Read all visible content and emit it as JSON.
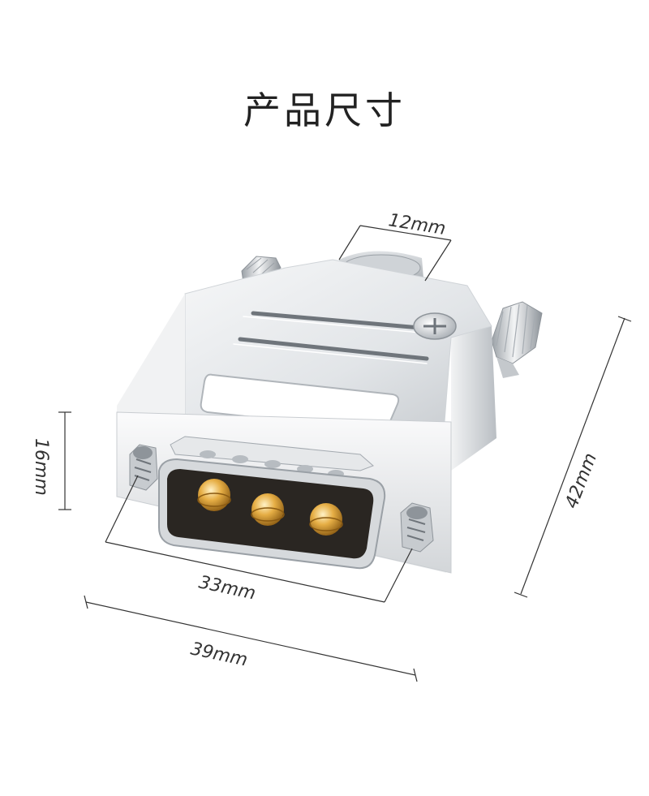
{
  "title": "产品尺寸",
  "dimensions": {
    "screw_tube": "12mm",
    "flange_height": "16mm",
    "total_height": "42mm",
    "screw_spacing": "33mm",
    "overall_width": "39mm"
  },
  "colors": {
    "metal_light": "#eef0f2",
    "metal_mid": "#c9cdd1",
    "metal_dark": "#8f959b",
    "pin_gold": "#e0a63a",
    "insulator": "#2a2622",
    "dim_line": "#333333"
  }
}
